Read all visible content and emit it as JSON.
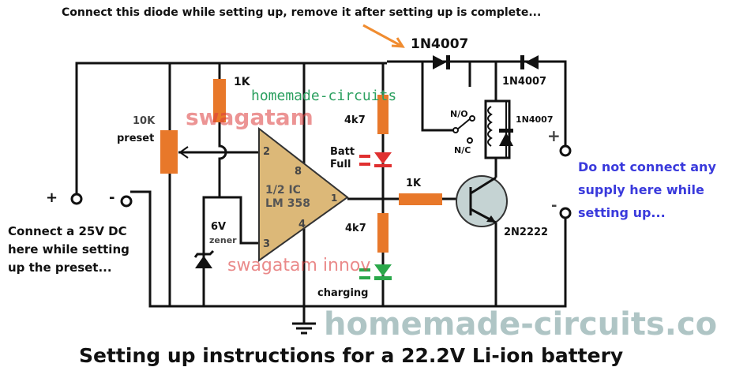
{
  "header_note": "Connect this diode while setting up, remove it after setting up is complete...",
  "title": "Setting up instructions for a 22.2V Li-ion battery",
  "left_note": [
    "Connect a 25V DC",
    "here while setting",
    "up the preset..."
  ],
  "right_note": [
    "Do not connect any",
    "supply here while",
    "setting up..."
  ],
  "components": {
    "diode_setup": "1N4007",
    "diode_top": "1N4007",
    "diode_relay": "1N4007",
    "r1": "1K",
    "preset_value": "10K",
    "preset_label": "preset",
    "r_batt": "4k7",
    "led_batt": [
      "Batt",
      "Full"
    ],
    "r_base": "1K",
    "r_charge": "4k7",
    "led_charge": "charging",
    "zener_value": "6V",
    "zener_label": "zener",
    "ic_line1": "1/2 IC",
    "ic_line2": "LM 358",
    "pin2": "2",
    "pin3": "3",
    "pin8": "8",
    "pin4": "4",
    "pin1": "1",
    "relay_no": "N/O",
    "relay_nc": "N/C",
    "transistor": "2N2222"
  },
  "terminals": {
    "plus": "+",
    "minus": "-",
    "out_plus": "+",
    "out_minus": "-"
  },
  "watermarks": [
    "homemade-circuits",
    "swagatam",
    "homemade-circuits.co",
    "swagatam innov"
  ],
  "colors": {
    "resistor": "#e8782a",
    "opamp": "#dcb878",
    "blue_note": "#3a3adc",
    "arrow": "#f08c30",
    "led_red": "#e03030",
    "led_green": "#2aa84a"
  }
}
